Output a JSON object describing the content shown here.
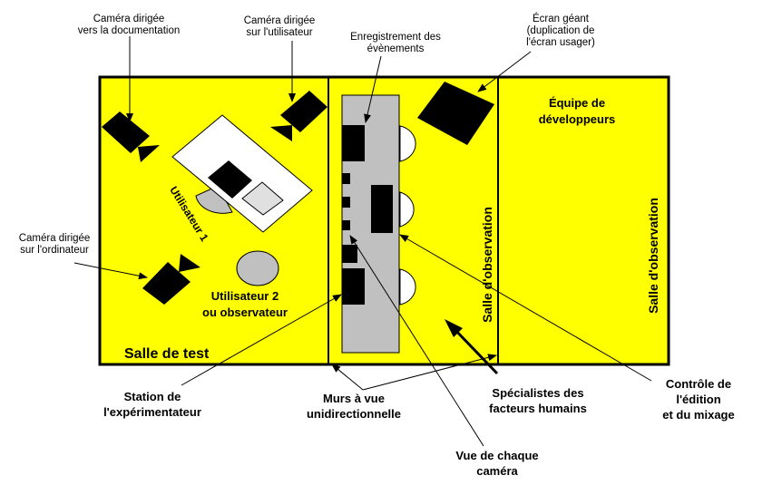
{
  "labels": {
    "cam_doc": [
      "Caméra dirigée",
      "vers la documentation"
    ],
    "cam_user": [
      "Caméra dirigée",
      "sur l'utilisateur"
    ],
    "recording": [
      "Enregistrement des",
      "évènements"
    ],
    "screen": [
      "Écran géant",
      "(duplication de",
      "l'écran usager)"
    ],
    "dev_team": [
      "Équipe de",
      "développeurs"
    ],
    "cam_computer": [
      "Caméra dirigée",
      "sur l'ordinateur"
    ],
    "user1": "Utilisateur 1",
    "user2": [
      "Utilisateur 2",
      "ou observateur"
    ],
    "test_room": "Salle de test",
    "obs_room_1": "Salle d'observation",
    "obs_room_2": "Salle d'observation",
    "station": [
      "Station de",
      "l'expérimentateur"
    ],
    "walls": [
      "Murs à vue",
      "unidirectionnelle"
    ],
    "specialists": [
      "Spécialistes des",
      "facteurs humains"
    ],
    "control": [
      "Contrôle de",
      "l'édition",
      "et du mixage"
    ],
    "camera_view": [
      "Vue de chaque",
      "caméra"
    ]
  },
  "colors": {
    "room": "#ffff00",
    "console": "#c0c0c0",
    "table": "#ffffff"
  }
}
